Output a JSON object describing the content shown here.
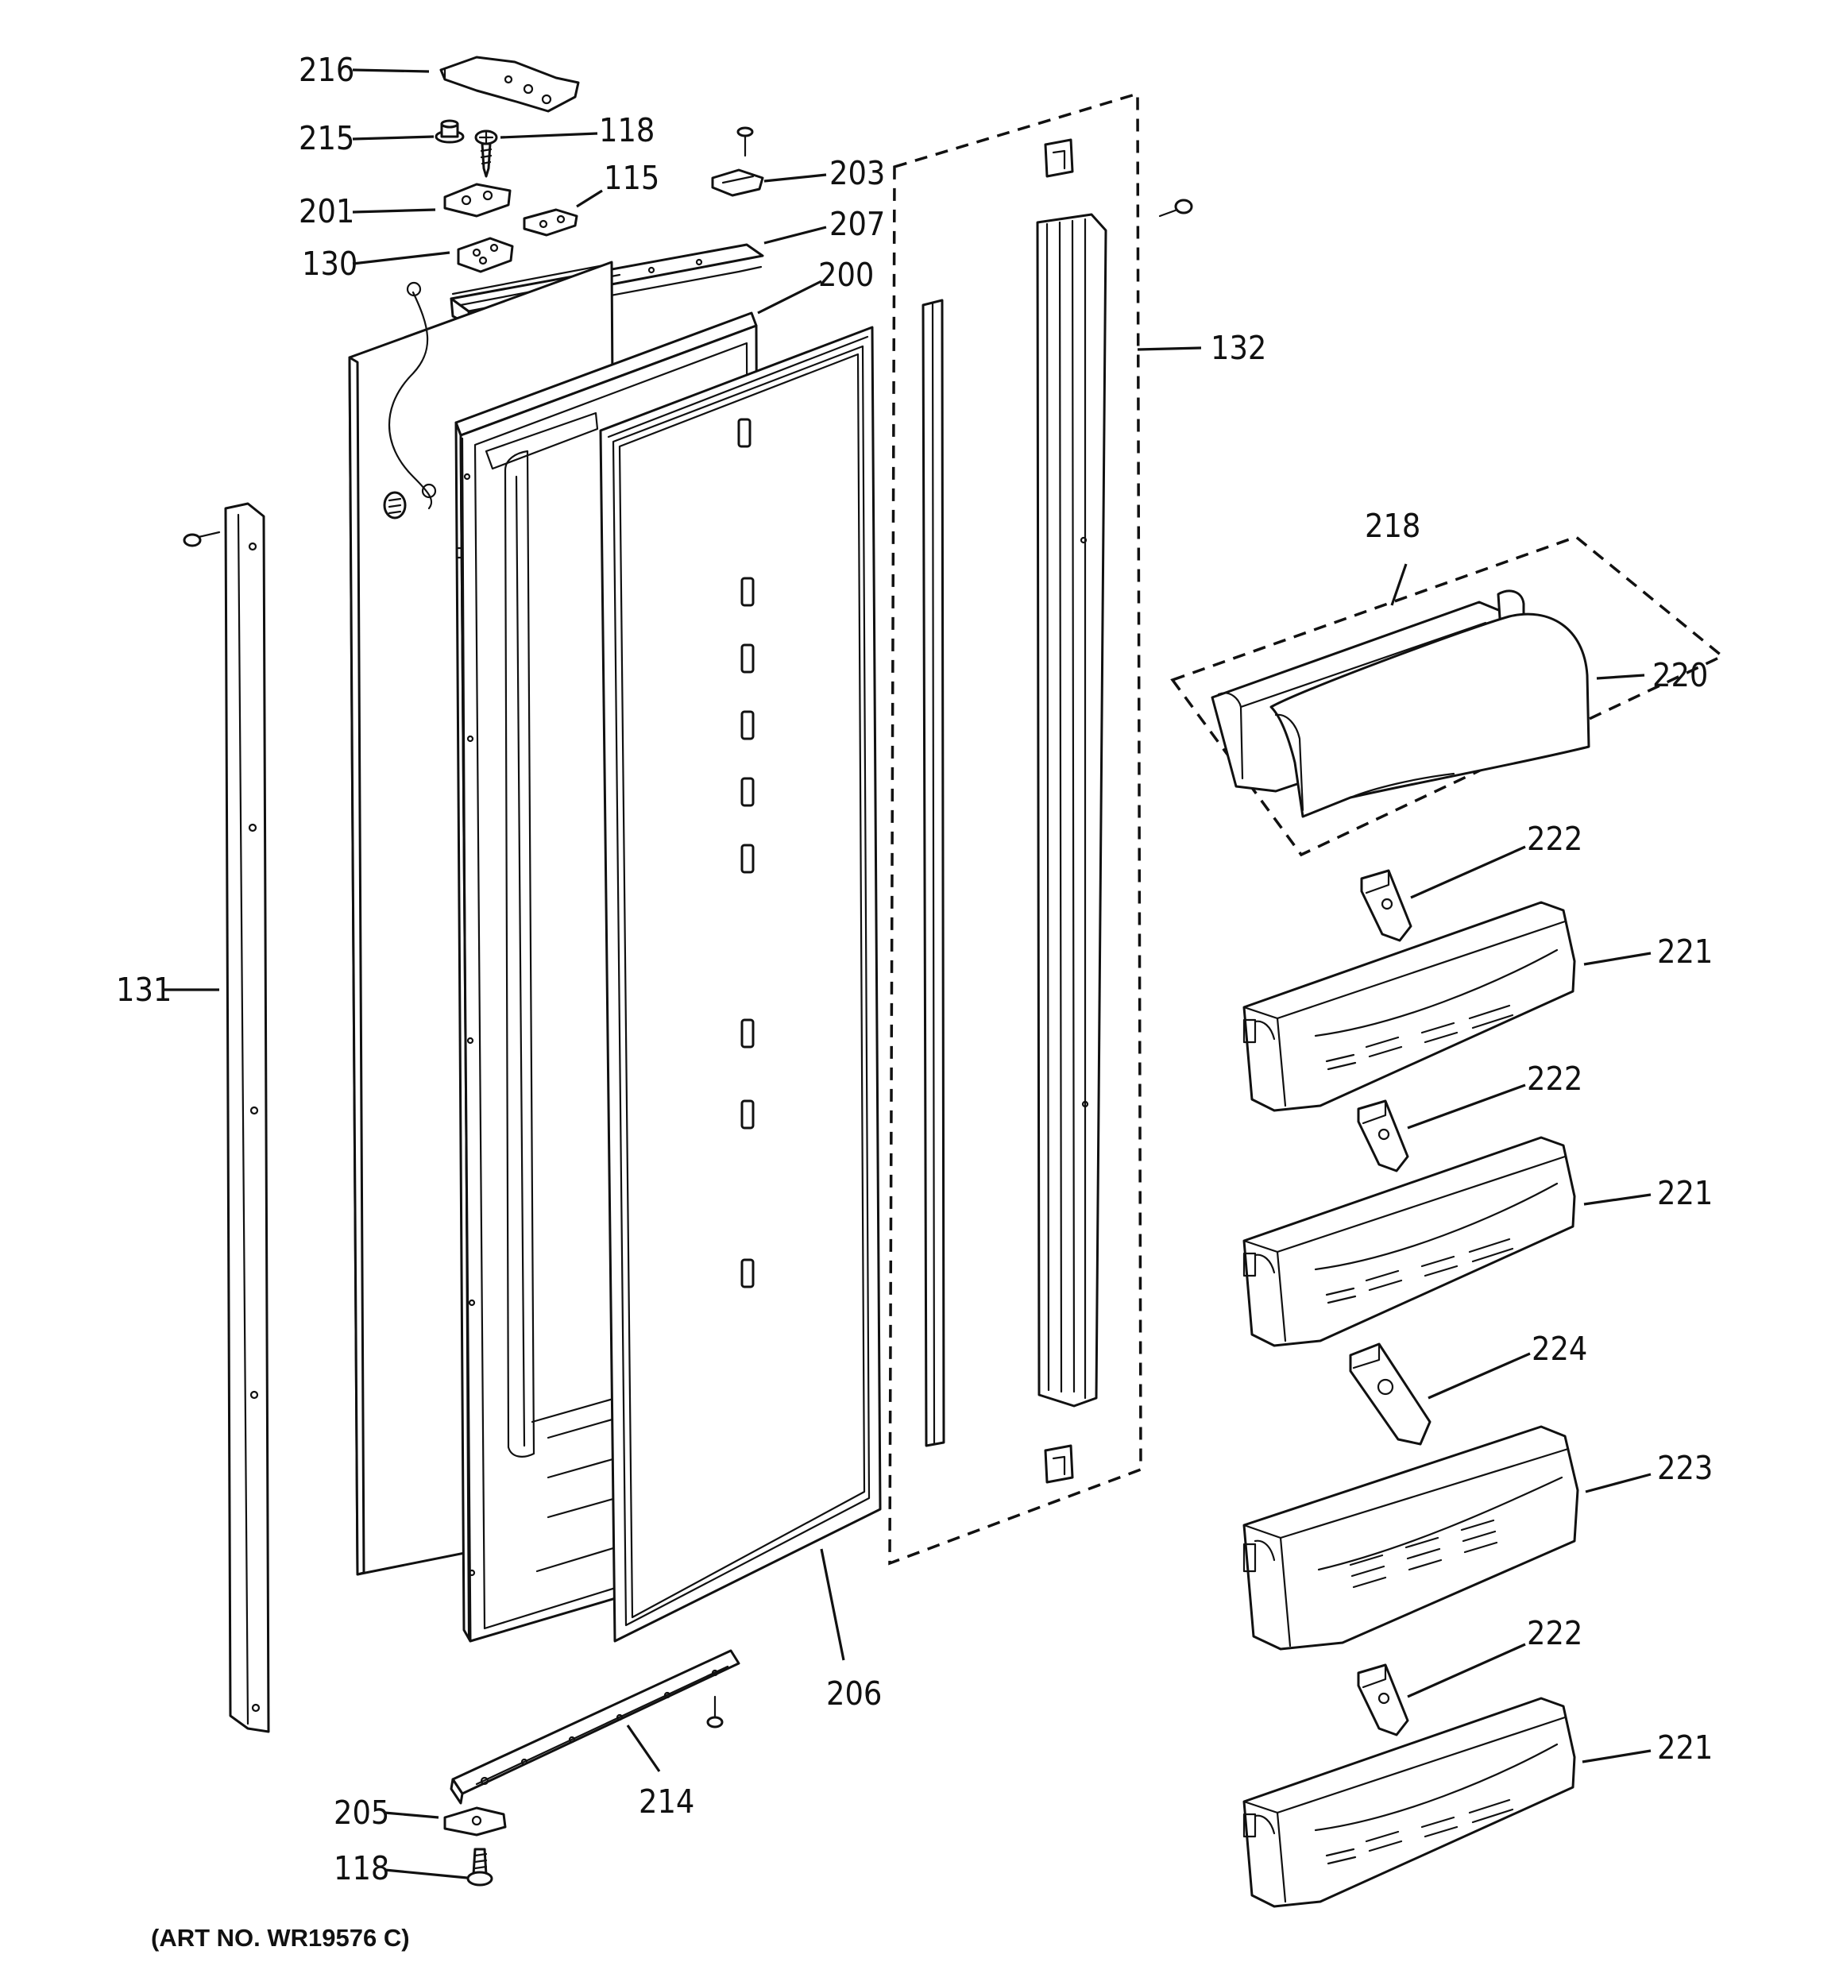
{
  "diagram": {
    "art_number": "(ART NO. WR19576 C)",
    "callouts": {
      "c216": "216",
      "c215": "215",
      "c118_top": "118",
      "c201": "201",
      "c115": "115",
      "c130": "130",
      "c203": "203",
      "c207": "207",
      "c200": "200",
      "c132": "132",
      "c131": "131",
      "c218": "218",
      "c220": "220",
      "c222_a": "222",
      "c221_a": "221",
      "c222_b": "222",
      "c221_b": "221",
      "c224": "224",
      "c223": "223",
      "c222_c": "222",
      "c221_c": "221",
      "c206": "206",
      "c214": "214",
      "c205": "205",
      "c118_bottom": "118"
    }
  }
}
